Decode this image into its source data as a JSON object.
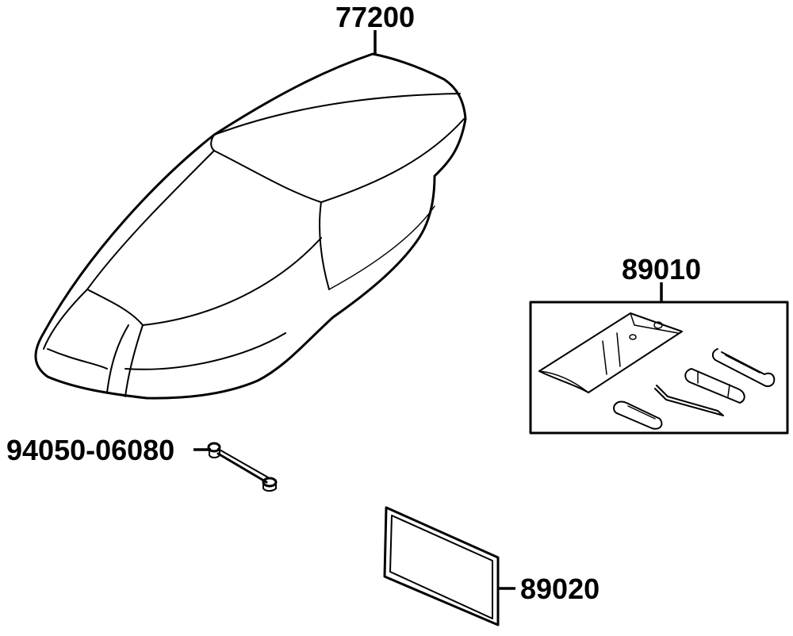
{
  "parts": {
    "seat": {
      "number": "77200"
    },
    "tool_kit": {
      "number": "89010"
    },
    "bolt": {
      "number": "94050-06080"
    },
    "manual": {
      "number": "89020"
    }
  }
}
